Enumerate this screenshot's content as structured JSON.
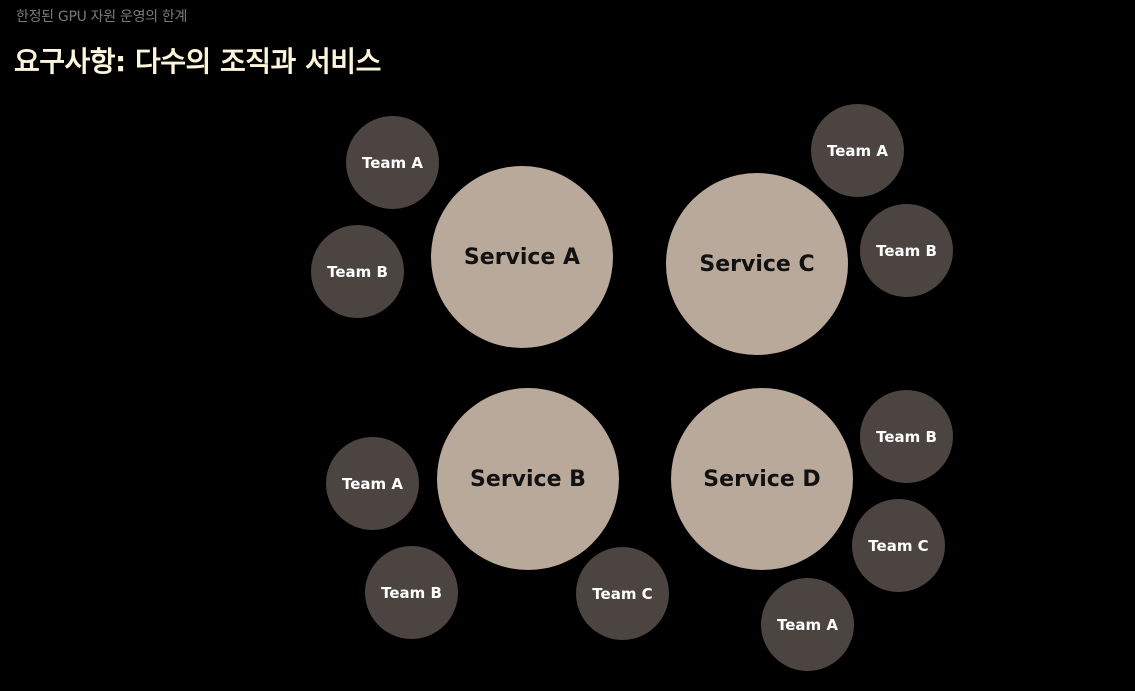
{
  "header": {
    "subtitle": "한정된 GPU 자원 운영의 한계",
    "title": "요구사항: 다수의 조직과 서비스"
  },
  "colors": {
    "background": "#000000",
    "service_fill": "#b9a99b",
    "team_fill": "#4b4440",
    "title_text": "#fdf4dc",
    "subtitle_text": "#7a7a7a"
  },
  "diagram": {
    "services": [
      {
        "label": "Service A",
        "teams": [
          "Team A",
          "Team B"
        ]
      },
      {
        "label": "Service C",
        "teams": [
          "Team A",
          "Team B"
        ]
      },
      {
        "label": "Service B",
        "teams": [
          "Team A",
          "Team B",
          "Team C"
        ]
      },
      {
        "label": "Service D",
        "teams": [
          "Team B",
          "Team C",
          "Team A"
        ]
      }
    ]
  }
}
